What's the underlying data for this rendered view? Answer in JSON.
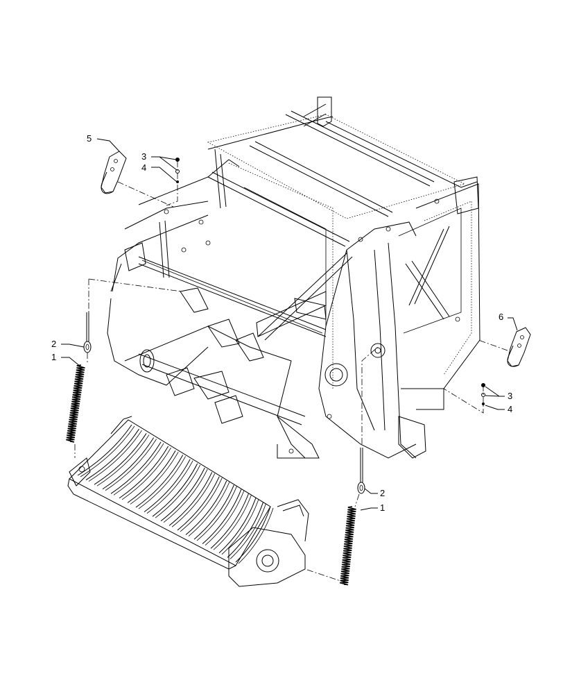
{
  "diagram": {
    "type": "exploded-parts-view",
    "callouts": {
      "spring_left": "1",
      "eyebolt_left": "2",
      "bolt_upper": "3",
      "washer_upper": "4",
      "bracket_left": "5",
      "bracket_right": "6",
      "bolt_lower": "3",
      "washer_lower": "4",
      "eyebolt_right": "2",
      "spring_right": "1"
    }
  }
}
